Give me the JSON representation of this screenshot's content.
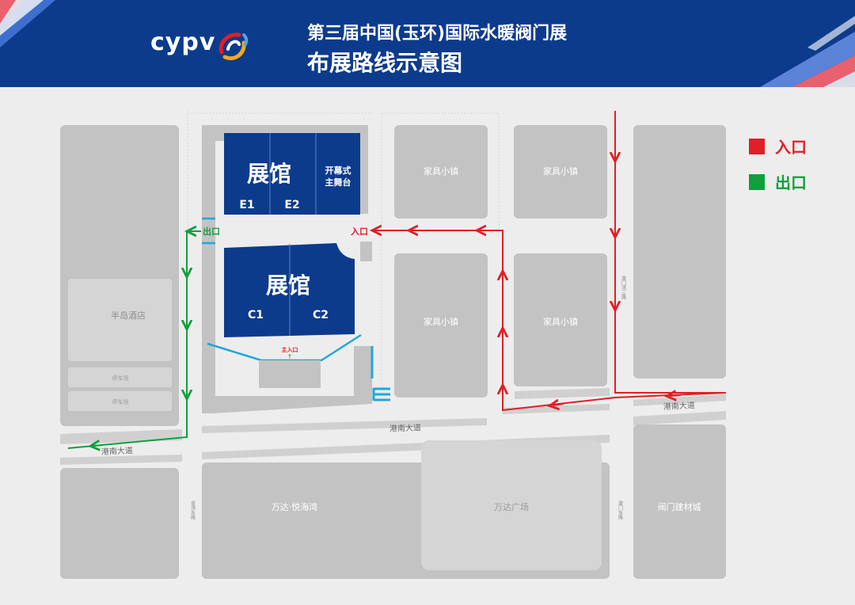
{
  "header": {
    "logo_text": "cypv",
    "title_line1": "第三届中国(玉环)国际水暖阀门展",
    "title_line2": "布展路线示意图"
  },
  "legend": {
    "entry_label": "入口",
    "exit_label": "出口",
    "entry_color": "#e01f26",
    "exit_color": "#119f3c"
  },
  "halls": {
    "hall_e_label": "展馆",
    "hall_e_sections": [
      "E1",
      "E2"
    ],
    "stage_label_line1": "开幕式",
    "stage_label_line2": "主舞台",
    "hall_c_label": "展馆",
    "hall_c_sections": [
      "C1",
      "C2"
    ],
    "main_entrance": "主入口"
  },
  "route_labels": {
    "exit_marker": "出口",
    "entry_marker": "入口"
  },
  "blocks": {
    "furniture_1": "家具小镇",
    "furniture_2": "家具小镇",
    "furniture_3": "家具小镇",
    "furniture_4": "家具小镇",
    "hotel": "半岛酒店",
    "parking_1": "停车场",
    "parking_2": "停车场",
    "wanda_yuehai": "万达·悦海湾",
    "wanda_plaza": "万达广场",
    "valve_city": "阀门建材城"
  },
  "roads": {
    "gangnan_left": "港南大道",
    "gangnan_center": "港南大道",
    "gangnan_right": "港南大道",
    "vertical_right": "漩门湾三路",
    "vertical_left_bottom": "金湾东路",
    "vertical_right_bottom": "漩门东路"
  }
}
